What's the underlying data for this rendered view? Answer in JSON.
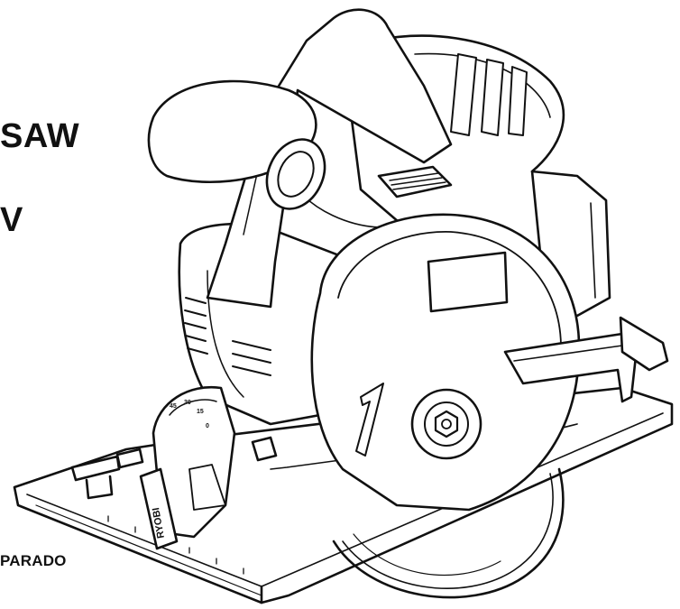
{
  "cover": {
    "title_fragment": "SAW",
    "voltage_fragment": "V",
    "bottom_fragment": "PARADO"
  },
  "illustration": {
    "brand_mark": "RYOBI",
    "bevel_marks": [
      "0",
      "15",
      "30",
      "45"
    ],
    "ink_color": "#111111",
    "paper_color": "#ffffff"
  }
}
